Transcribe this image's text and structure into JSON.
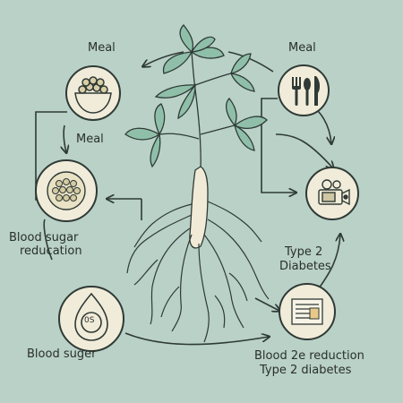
{
  "labels": {
    "meal_top_left": "Meal",
    "meal_mid_left": "Meal",
    "meal_top_right": "Meal",
    "blood_sugar_reduction_left": "Blood sugar",
    "blood_sugar_reduction_left_2": "reducation",
    "type2_diabetes_right": "Type 2",
    "type2_diabetes_right_2": "Diabetes",
    "blood_suger_left": "Blood suger",
    "blood_reduction_bottom_right": "Blood 2e reduction",
    "type2_diabetes_bottom_right": "Type 2 diabetes",
    "glucose_meter_value": "0S"
  },
  "colors": {
    "background": "#b9d1c7",
    "node_fill": "#f1ecd9",
    "outline": "#2f3a36",
    "leaf_fill": "#8fbfa9",
    "root_fill": "#f0ead7"
  },
  "icons": {
    "top_left_node": "bowl-of-grains-icon",
    "mid_left_node": "grain-plate-icon",
    "bottom_left_node": "glucose-meter-icon",
    "top_right_node": "fork-spoon-knife-icon",
    "mid_right_node": "video-camera-icon",
    "bottom_right_node": "report-document-icon"
  }
}
